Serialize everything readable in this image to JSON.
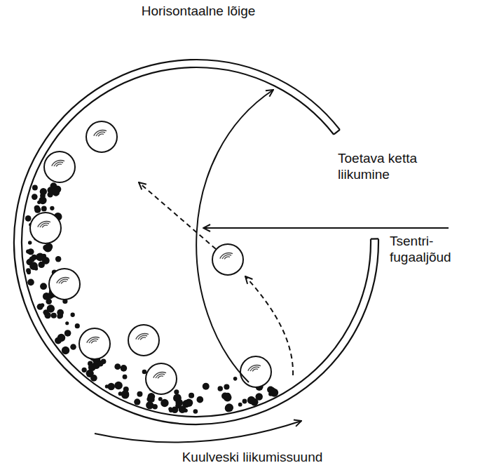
{
  "diagram": {
    "title": "Horisontaalne lõige",
    "labels": [
      "Toetava ketta liikumine",
      "Tsentri- fugaaljõud",
      "Kuulveski liikumissuund"
    ]
  }
}
